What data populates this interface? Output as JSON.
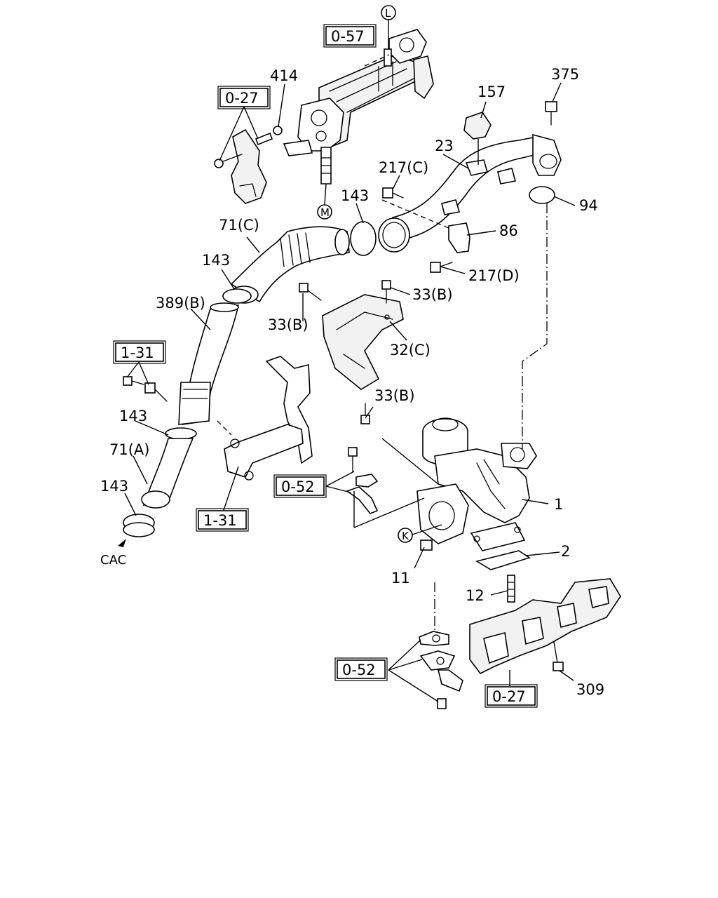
{
  "callouts": {
    "c414": "414",
    "c375": "375",
    "c157": "157",
    "c23": "23",
    "c217c": "217(C)",
    "c143_top": "143",
    "c94": "94",
    "c71c": "71(C)",
    "c86": "86",
    "c143_mid": "143",
    "c217d": "217(D)",
    "c33b_1": "33(B)",
    "c389b": "389(B)",
    "c33b_2": "33(B)",
    "c32c": "32(C)",
    "c33b_3": "33(B)",
    "c143_low": "143",
    "c71a": "71(A)",
    "c143_bot": "143",
    "cac": "CAC",
    "c1": "1",
    "c2": "2",
    "c11": "11",
    "c12": "12",
    "c309": "309"
  },
  "ref_boxes": {
    "r057": "0-57",
    "r027_top": "0-27",
    "r131_top": "1-31",
    "r052_mid": "0-52",
    "r131_bot": "1-31",
    "r052_bot": "0-52",
    "r027_bot": "0-27"
  },
  "connector_marks": {
    "L": "L",
    "M": "M",
    "K": "K"
  }
}
